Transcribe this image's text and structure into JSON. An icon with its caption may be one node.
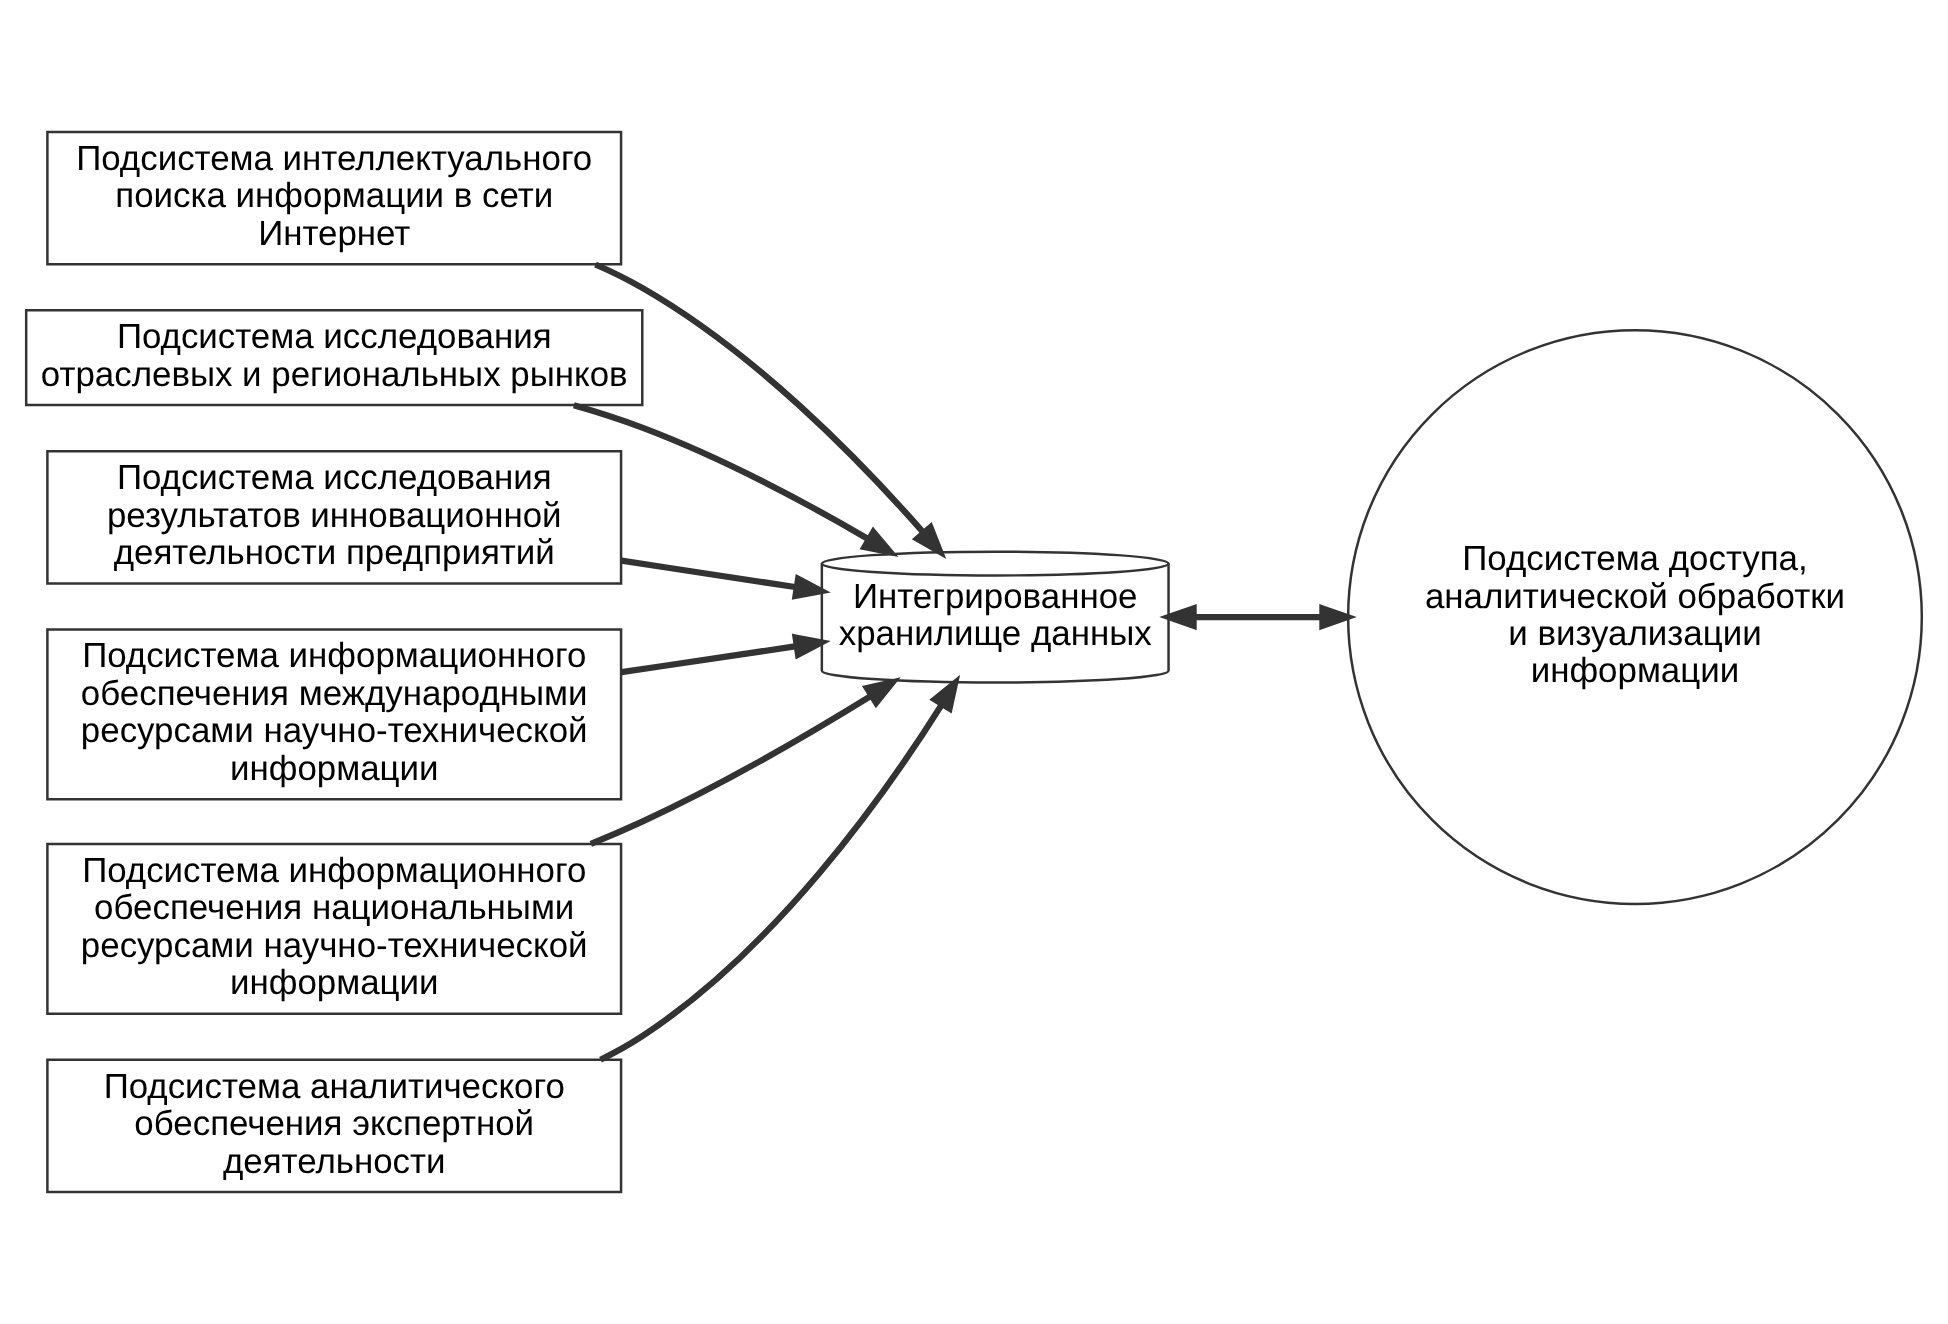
{
  "diagram": {
    "nodes": [
      {
        "text": [
          "Подсистема интеллектуального поиска информации в сети Интернет"
        ]
      },
      {
        "text": [
          "Подсистема исследования отраслевых и региональных рынков"
        ]
      },
      {
        "text": [
          "Подсистема исследования результатов инновационной деятельности предприятий"
        ]
      },
      {
        "text": [
          "Подсистема информационного обеспечения международными ресурсами научно-технической информации"
        ]
      },
      {
        "text": [
          "Подсистема информационного обеспечения национальными ресурсами научно-технической информации"
        ]
      },
      {
        "text": [
          "Подсистема аналитического обеспечения экспертной деятельности"
        ]
      },
      {
        "text": [
          "Интегрированное хранилище данных"
        ]
      },
      {
        "text": [
          "Подсистема доступа, аналитической обработки и визуализации информации"
        ]
      }
    ],
    "edges": [
      {
        "from": 0,
        "to": 6,
        "arrow": "to"
      },
      {
        "from": 1,
        "to": 6,
        "arrow": "to"
      },
      {
        "from": 2,
        "to": 6,
        "arrow": "to"
      },
      {
        "from": 3,
        "to": 6,
        "arrow": "to"
      },
      {
        "from": 4,
        "to": 6,
        "arrow": "to"
      },
      {
        "from": 5,
        "to": 6,
        "arrow": "to"
      },
      {
        "from": 6,
        "to": 7,
        "arrow": "both"
      }
    ]
  }
}
